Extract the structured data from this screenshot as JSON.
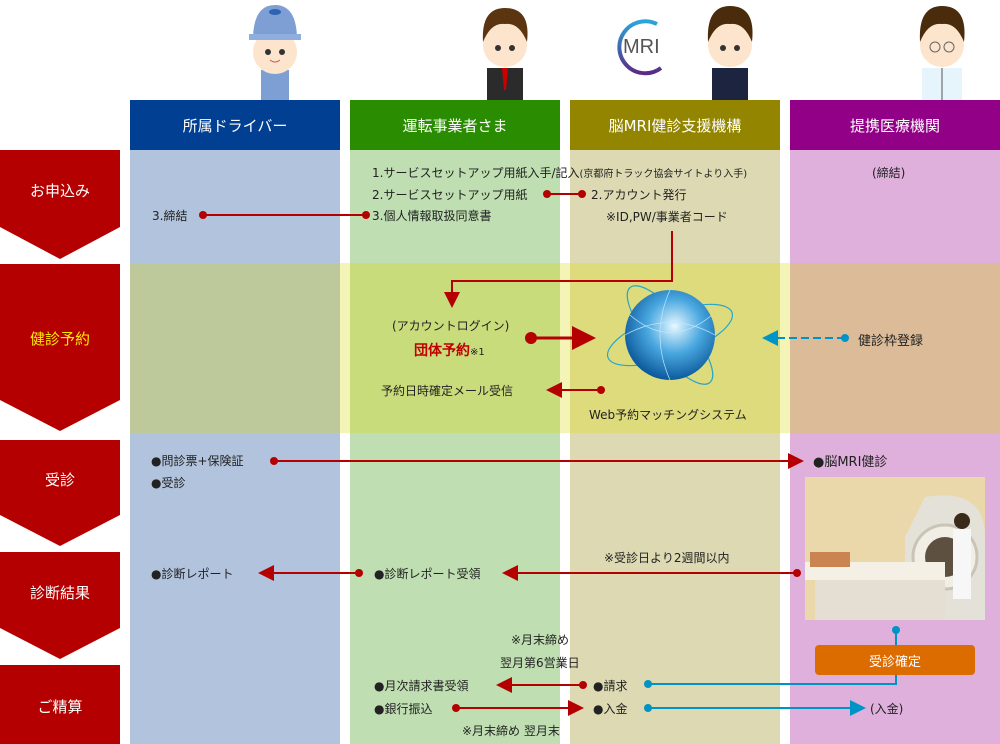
{
  "colors": {
    "driver": "#003f91",
    "operator": "#2a8c00",
    "mri_org": "#938500",
    "medical": "#920087",
    "step_arrow": "#b40000",
    "step_highlight_text": "#ffee00",
    "flow_red": "#b40000",
    "flow_blue": "#0093c6",
    "confirm_button": "#dc6b00"
  },
  "logo": {
    "text": "MRI"
  },
  "columns": [
    {
      "id": "driver",
      "label": "所属ドライバー"
    },
    {
      "id": "operator",
      "label": "運転事業者さま"
    },
    {
      "id": "mri_org",
      "label": "脳MRI健診支援機構"
    },
    {
      "id": "medical",
      "label": "提携医療機関"
    }
  ],
  "steps": [
    {
      "id": "apply",
      "label": "お申込み"
    },
    {
      "id": "reserve",
      "label": "健診予約"
    },
    {
      "id": "exam",
      "label": "受診"
    },
    {
      "id": "result",
      "label": "診断結果"
    },
    {
      "id": "settle",
      "label": "ご精算"
    }
  ],
  "apply": {
    "driver_contract": "3.締結",
    "operator_item1": "1.サービスセットアップ用紙入手/記入",
    "operator_item1_note": "(京都府トラック協会サイトより入手)",
    "operator_item2": "2.サービスセットアップ用紙",
    "operator_item3": "3.個人情報取扱同意書",
    "mri_item2": "2.アカウント発行",
    "mri_note": "※ID,PW/事業者コード",
    "medical_contract": "(締結)"
  },
  "reserve": {
    "login": "(アカウントログイン)",
    "group_booking": "団体予約",
    "group_booking_note": "※1",
    "confirm_mail": "予約日時確定メール受信",
    "system_label": "Web予約マッチングシステム",
    "slot_register": "健診枠登録"
  },
  "exam": {
    "driver_item1": "●問診票+保険証",
    "driver_item2": "●受診",
    "medical_item": "●脳MRI健診"
  },
  "result": {
    "driver_item": "●診断レポート",
    "operator_item": "●診断レポート受領",
    "note": "※受診日より2週間以内"
  },
  "settle": {
    "note1_line1": "※月末締め",
    "note1_line2": "翌月第6営業日",
    "operator_invoice": "●月次請求書受領",
    "operator_transfer": "●銀行振込",
    "note2": "※月末締め 翌月末",
    "mri_invoice": "●請求",
    "mri_payment": "●入金",
    "medical_payment": "(入金)",
    "confirm_button": "受診確定"
  }
}
